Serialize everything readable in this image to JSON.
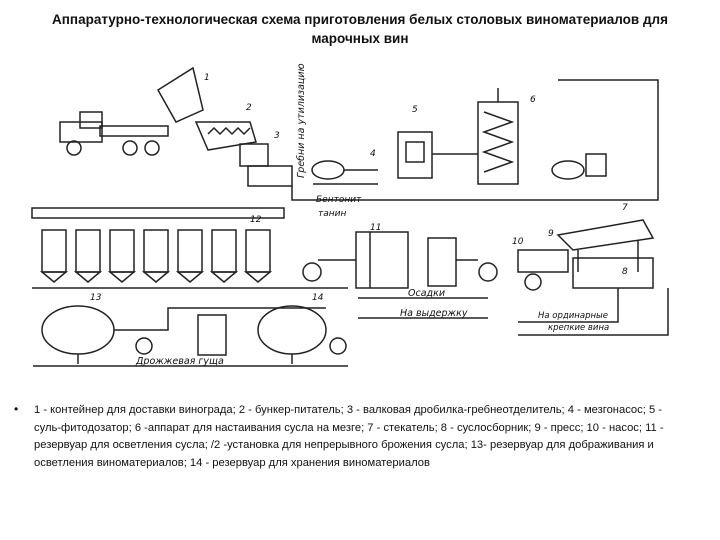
{
  "title": {
    "line1": "Аппаратурно-технологическая схема приготовления белых столовых виноматериалов для",
    "line2": "марочных вин"
  },
  "diagram": {
    "numbers": [
      "1",
      "2",
      "3",
      "4",
      "5",
      "6",
      "7",
      "8",
      "9",
      "10",
      "11",
      "12",
      "13",
      "14"
    ],
    "labels": {
      "pomace": "Гребни на утилизацию",
      "bentonite": "Бентонит",
      "tannin": "танин",
      "sediment": "Осадки",
      "aging": "На выдержку",
      "ordinary": "На ординарные",
      "ordinary_wines": "крепкие вина",
      "yeast": "Дрожжевая гуща"
    }
  },
  "legend": {
    "bullet": "•",
    "text": "1 - контейнер для доставки винограда; 2 - бункер-питатель; 3 - валковая дробилка-гребнеотделитель; 4 - мезгонасос; 5 - суль-фитодозатор; 6 -аппарат для настаивания сусла на мезге; 7 - стекатель; 8 - суслосборник; 9 - пресс; 10 - насос; 11 - резервуар для осветления сусла; /2 -установка для непрерывного брожения сусла; 13- резервуар для дображивания и осветления виноматериалов; 14 - резервуар для хранения виноматериалов"
  }
}
